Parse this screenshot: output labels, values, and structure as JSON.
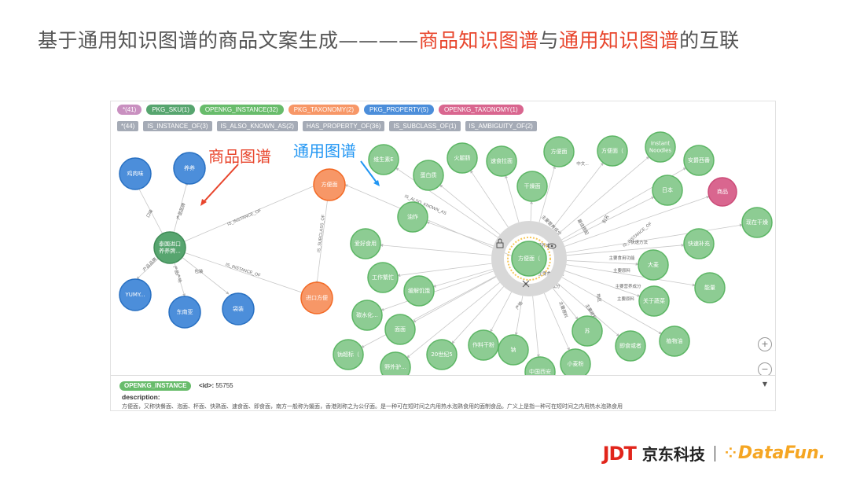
{
  "title": {
    "prefix": "基于通用知识图谱的商品文案生成————",
    "hl1": "商品知识图谱",
    "mid": "与",
    "hl2": "通用知识图谱",
    "suffix": "的互联"
  },
  "labels": [
    {
      "text": "*(41)",
      "color": "#c990c0"
    },
    {
      "text": "PKG_SKU(1)",
      "color": "#57a56f"
    },
    {
      "text": "OPENKG_INSTANCE(32)",
      "color": "#68bc6b"
    },
    {
      "text": "PKG_TAXONOMY(2)",
      "color": "#f79767"
    },
    {
      "text": "PKG_PROPERTY(5)",
      "color": "#4c8eda"
    },
    {
      "text": "OPENKG_TAXONOMY(1)",
      "color": "#d9668f"
    }
  ],
  "relationships": [
    "*(44)",
    "IS_INSTANCE_OF(3)",
    "IS_ALSO_KNOWN_AS(2)",
    "HAS_PROPERTY_OF(36)",
    "IS_SUBCLASS_OF(1)",
    "IS_AMBIGUITY_OF(2)"
  ],
  "annotations": {
    "left": "商品图谱",
    "right": "通用图谱"
  },
  "graph": {
    "nodes": [
      {
        "id": "jirouwei",
        "label": "鸡肉味",
        "type": "blue"
      },
      {
        "id": "yangyang",
        "label": "养养",
        "type": "blue"
      },
      {
        "id": "yumy",
        "label": "YUMY...",
        "type": "blue"
      },
      {
        "id": "dongnanya",
        "label": "东南亚",
        "type": "blue"
      },
      {
        "id": "daizhuang",
        "label": "袋装",
        "type": "blue"
      },
      {
        "id": "sku",
        "label": "泰国进口 养养牌...",
        "type": "sku"
      },
      {
        "id": "fangbianmian",
        "label": "方便面",
        "type": "orange"
      },
      {
        "id": "jinkoufang",
        "label": "进口方便",
        "type": "orange"
      },
      {
        "id": "center",
        "label": "方便面（",
        "type": "green"
      },
      {
        "id": "shangpin",
        "label": "商品",
        "type": "pink"
      },
      {
        "id": "g_weisheng",
        "label": "维生素E",
        "type": "green"
      },
      {
        "id": "g_huotui",
        "label": "火腿肠",
        "type": "green"
      },
      {
        "id": "g_susi",
        "label": "速食拉面",
        "type": "green"
      },
      {
        "id": "g_fangbian2",
        "label": "方便面",
        "type": "green"
      },
      {
        "id": "g_fangbian3",
        "label": "方便面（",
        "type": "green"
      },
      {
        "id": "g_instant",
        "label": "Instant Noodles",
        "type": "green"
      },
      {
        "id": "g_anpin",
        "label": "安爵西番",
        "type": "green"
      },
      {
        "id": "g_danbai",
        "label": "蛋白质",
        "type": "green"
      },
      {
        "id": "g_ganzao",
        "label": "干燥面",
        "type": "green"
      },
      {
        "id": "g_riben",
        "label": "日本",
        "type": "green"
      },
      {
        "id": "g_youzha",
        "label": "油炸",
        "type": "green"
      },
      {
        "id": "g_shengzai",
        "label": "现在干燥",
        "type": "green"
      },
      {
        "id": "g_pihao",
        "label": "爱好食用",
        "type": "green"
      },
      {
        "id": "g_kuaisu",
        "label": "快速补充",
        "type": "green"
      },
      {
        "id": "g_gongzuo",
        "label": "工作繁忙",
        "type": "green"
      },
      {
        "id": "g_xiaomai",
        "label": "大麦",
        "type": "green"
      },
      {
        "id": "g_huanjie",
        "label": "缓解饥饿",
        "type": "green"
      },
      {
        "id": "g_nengliang",
        "label": "能量",
        "type": "green"
      },
      {
        "id": "g_tanshui",
        "label": "碳水化...",
        "type": "green"
      },
      {
        "id": "g_guanyu",
        "label": "关于蔬菜",
        "type": "green"
      },
      {
        "id": "g_mianmian",
        "label": "面面",
        "type": "green"
      },
      {
        "id": "g_zhiwu",
        "label": "植物油",
        "type": "green"
      },
      {
        "id": "g_sujiao",
        "label": "苏",
        "type": "green"
      },
      {
        "id": "g_zuoliao",
        "label": "作料干粉",
        "type": "green"
      },
      {
        "id": "g_jishi",
        "label": "即食或者",
        "type": "green"
      },
      {
        "id": "g_nayan",
        "label": "钠超标（",
        "type": "green"
      },
      {
        "id": "g_shijian",
        "label": "20世纪5",
        "type": "green"
      },
      {
        "id": "g_na",
        "label": "钠",
        "type": "green"
      },
      {
        "id": "g_xiaomai2",
        "label": "小麦粉",
        "type": "green"
      },
      {
        "id": "g_yewai",
        "label": "野外驴...",
        "type": "green"
      },
      {
        "id": "g_zhongguo",
        "label": "中国西安",
        "type": "green"
      }
    ]
  },
  "bottom": {
    "label": "OPENKG_INSTANCE",
    "id_key": "<id>:",
    "id_value": "55755",
    "desc_key": "description:",
    "desc_text": "方便面，又称快餐面、泡面、杯面、快熟面、速食面、即食面，南方一般称为媛面，香港则称之为公仔面。是一种可在短时间之内用热水泡熟食用的面制食品。广义上是指一种可在短时间之内用热水泡熟食用"
  },
  "footer": {
    "brand": "JDT",
    "brand_cn": "京东科技",
    "partner": "DataFun."
  },
  "colors": {
    "blue": "#4c8eda",
    "green": "#8dcc93",
    "orange": "#f79767",
    "sku": "#57a56f",
    "pink": "#d9668f",
    "accent": "#e8452c"
  }
}
